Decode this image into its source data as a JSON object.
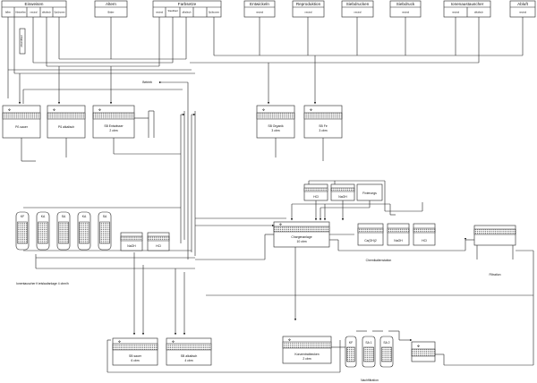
{
  "top_headers": [
    {
      "title": "Einweisen",
      "subs": [
        "fallen",
        "Abstreifen",
        "neutral",
        "alkalisch",
        "Spülzonen"
      ]
    },
    {
      "title": "Altern",
      "subs": [
        "Bäder"
      ]
    },
    {
      "title": "Farbsetze",
      "subs": [
        "neutral",
        "Standbad",
        "alkalisch",
        "Spülzonen"
      ]
    },
    {
      "title": "Entwickeln",
      "subs": [
        "neutral"
      ]
    },
    {
      "title": "Reproduktion",
      "subs": [
        "neutral"
      ]
    },
    {
      "title": "Siebdrucken",
      "subs": [
        "neutral"
      ]
    },
    {
      "title": "Siebdruck",
      "subs": [
        "neutral"
      ]
    },
    {
      "title": "Ionenaustauscher",
      "subs": [
        "neutral",
        "alkalisch"
      ]
    },
    {
      "title": "Abluft",
      "subs": [
        "neutral"
      ]
    }
  ],
  "vertical_label": "Abstreifbad",
  "betrieb_label": "Betrieb",
  "tanks_row1": [
    {
      "label1": "Pß sauer",
      "label2": ""
    },
    {
      "label1": "Pß alkalisch",
      "label2": ""
    },
    {
      "label1": "SB Entwässer",
      "label2": "2 cbm"
    },
    {
      "label1": "SB Organik",
      "label2": "3 cbm"
    },
    {
      "label1": "SB Fe",
      "label2": "3 cbm"
    }
  ],
  "ion_columns": [
    "KF",
    "KA",
    "SA",
    "KA",
    "SA"
  ],
  "ion_label": "Ionentauscher Kreislaufanlage 4 cbm/h",
  "small_tanks_left": [
    "NaOH",
    "HCl"
  ],
  "chem_top": [
    "HCl",
    "NaOH",
    "Fixierungs"
  ],
  "charge_label1": "Chargenanlage",
  "charge_label2": "10 cbm",
  "chem_bottom": [
    "Ca(OH)2",
    "NaOH",
    "HCl"
  ],
  "chem_label": "Chemikalienstation",
  "filtration_label": "Filtration",
  "bottom_tanks": [
    {
      "label1": "SB sauer",
      "label2": "6 cbm"
    },
    {
      "label1": "SB alkalisch",
      "label2": "4 cbm"
    },
    {
      "label1": "Konzentratbecken",
      "label2": "2 cbm"
    }
  ],
  "bottom_columns": [
    "KF",
    "SA 1",
    "SA 2"
  ],
  "nachfiltration_label": "Nachfiltration"
}
